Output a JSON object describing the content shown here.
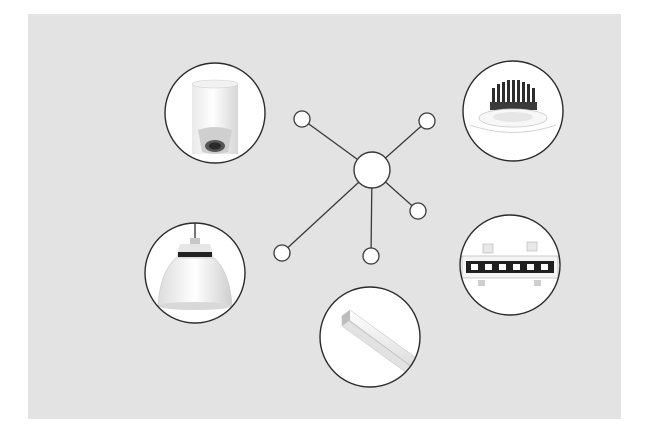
{
  "diagram": {
    "background_color": "#e3e3e3",
    "line_color": "#3a3a3a",
    "hub": {
      "name": "network-hub",
      "icon": "hub-node-icon"
    },
    "endpoints": [
      {
        "name": "endpoint-node-top-left"
      },
      {
        "name": "endpoint-node-top-right"
      },
      {
        "name": "endpoint-node-right"
      },
      {
        "name": "endpoint-node-bottom"
      },
      {
        "name": "endpoint-node-bottom-left"
      }
    ],
    "fixtures": [
      {
        "name": "surface-mounted-cylinder-downlight",
        "icon": "cylinder-downlight-icon"
      },
      {
        "name": "recessed-downlight-with-heatsink",
        "icon": "recessed-downlight-icon"
      },
      {
        "name": "pendant-high-bay-light",
        "icon": "pendant-light-icon"
      },
      {
        "name": "multi-head-linear-spot",
        "icon": "linear-spotlight-icon"
      },
      {
        "name": "linear-profile-light",
        "icon": "linear-profile-icon"
      }
    ]
  }
}
